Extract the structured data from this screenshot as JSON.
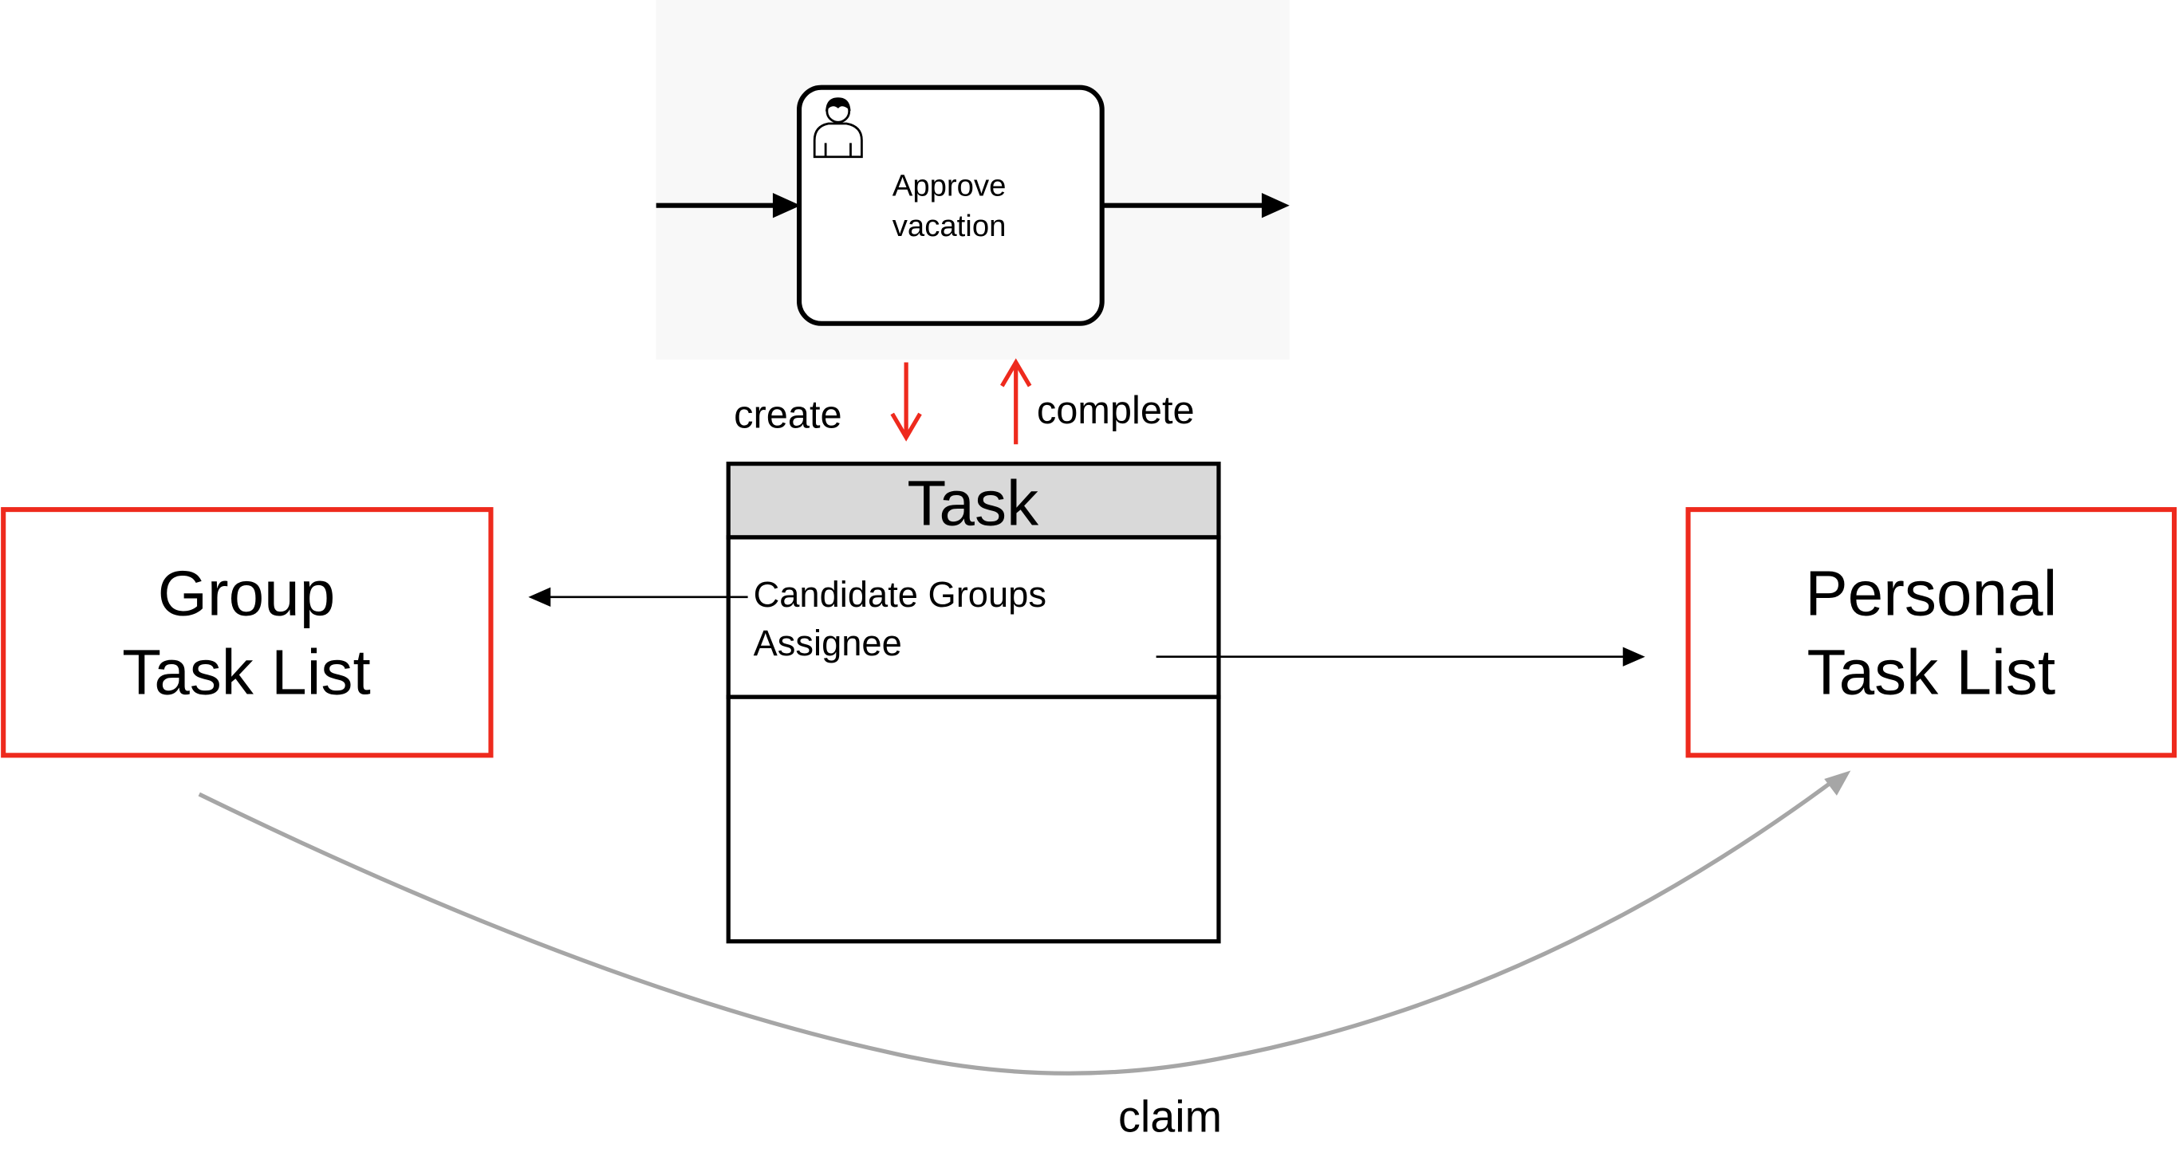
{
  "bpmn": {
    "task_label_line1": "Approve",
    "task_label_line2": "vacation",
    "task_icon": "user-task-icon"
  },
  "flow_labels": {
    "create": "create",
    "complete": "complete",
    "claim": "claim"
  },
  "task_entity": {
    "title": "Task",
    "attribute_1": "Candidate Groups",
    "attribute_2": "Assignee"
  },
  "lists": {
    "group_line1": "Group",
    "group_line2": "Task List",
    "personal_line1": "Personal",
    "personal_line2": "Task List"
  },
  "colors": {
    "highlight_red": "#ee2a1d",
    "claim_gray": "#a6a6a6",
    "header_gray": "#d9d9d9",
    "process_bg": "#f8f8f8"
  }
}
